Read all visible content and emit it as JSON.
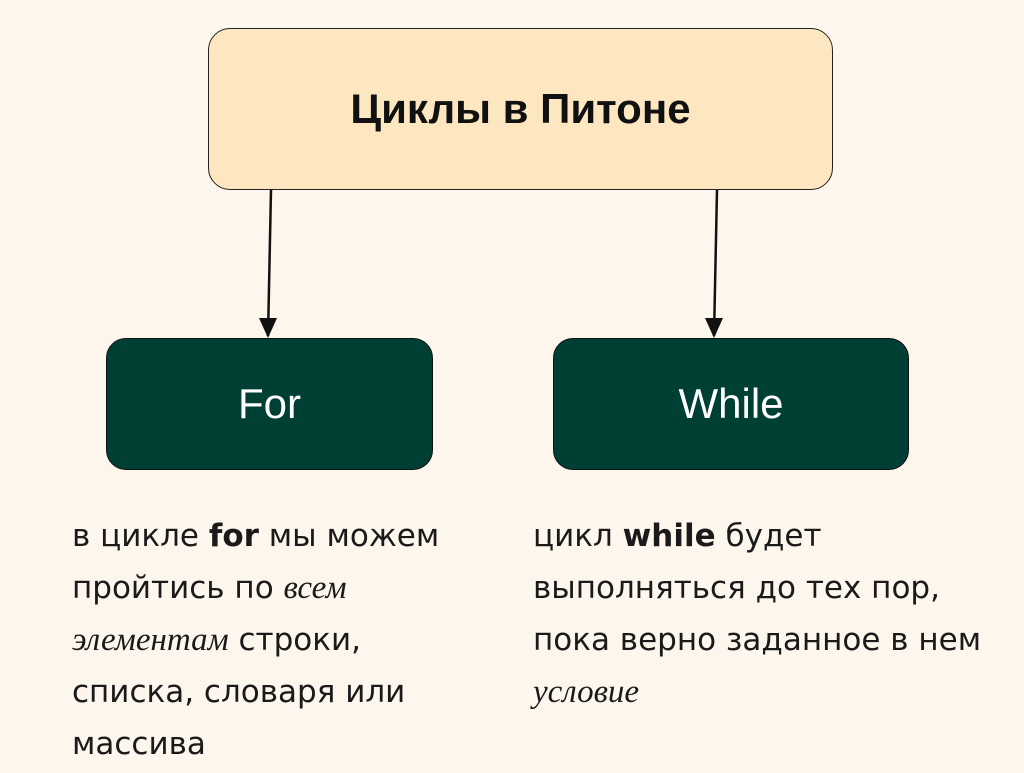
{
  "diagram": {
    "root": {
      "label": "Циклы в Питоне"
    },
    "children": [
      {
        "id": "for",
        "label": "For",
        "description": {
          "t1": "в цикле ",
          "kw": "for",
          "t2": " мы можем пройтись по ",
          "em": "всем элементам",
          "t3": " строки, списка, словаря или массива"
        }
      },
      {
        "id": "while",
        "label": "While",
        "description": {
          "t1": "цикл ",
          "kw": "while",
          "t2": " будет выполняться до тех пор, пока верно заданное в нем ",
          "em": "условие",
          "t3": ""
        }
      }
    ],
    "colors": {
      "background": "#fdf6ec",
      "root_fill": "#fde7c0",
      "child_fill": "#003f33",
      "arrow": "#111111"
    }
  }
}
